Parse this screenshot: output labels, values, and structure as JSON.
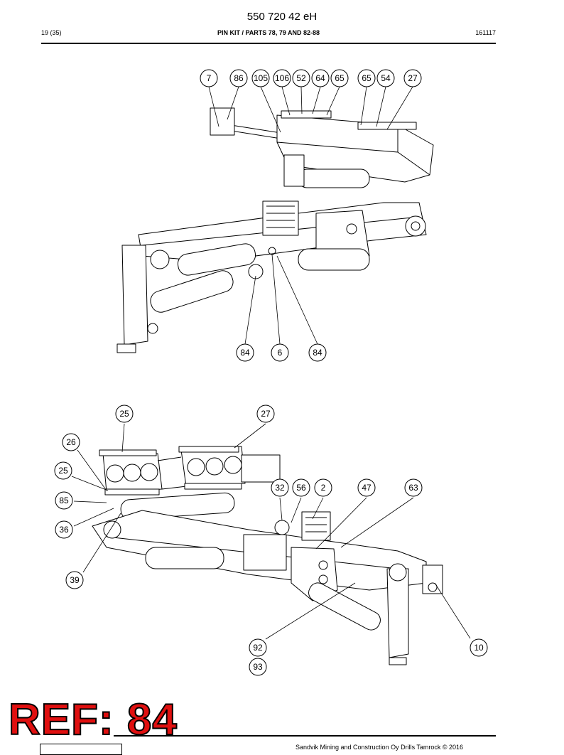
{
  "header": {
    "doc_number": "550 720 42 eH",
    "page": "19 (35)",
    "title": "PIN KIT / PARTS 78, 79 AND 82-88",
    "date_code": "161117"
  },
  "callouts_top": [
    "7",
    "86",
    "105",
    "106",
    "52",
    "64",
    "65",
    "65",
    "54",
    "27",
    "84",
    "6",
    "84"
  ],
  "callouts_bottom": [
    "25",
    "27",
    "26",
    "25",
    "85",
    "36",
    "39",
    "32",
    "56",
    "2",
    "47",
    "63",
    "92",
    "93",
    "10"
  ],
  "stamp": "REF: 84",
  "footer": {
    "copyright": "Sandvik Mining and Construction Oy Drills Tamrock © 2016"
  }
}
